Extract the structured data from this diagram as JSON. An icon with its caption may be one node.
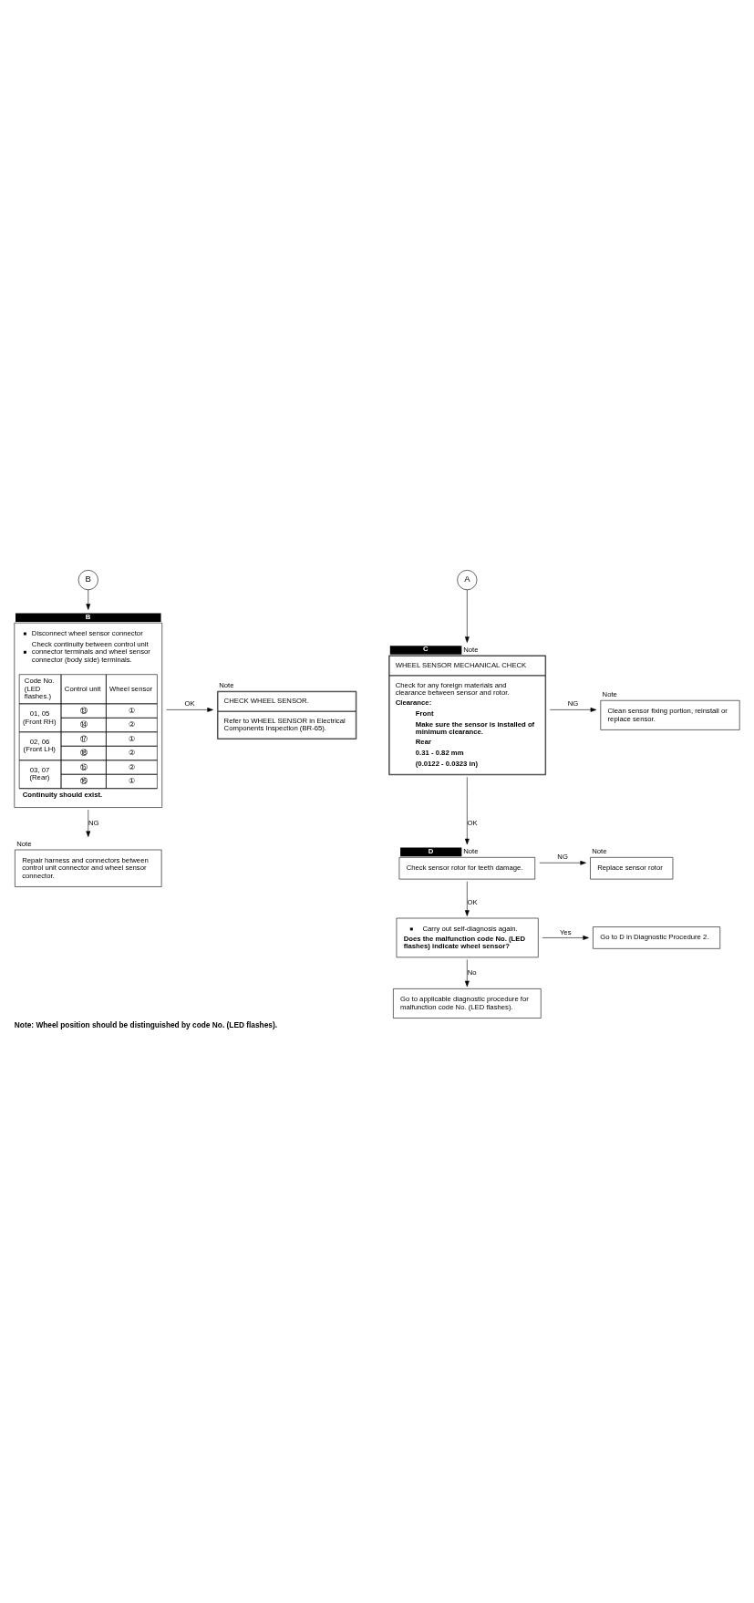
{
  "diagram": {
    "caption": "Note: Wheel position should be distinguished by code No. (LED flashes).",
    "nodes": [
      {
        "text": [
          "B"
        ]
      },
      {
        "text": [
          "Disconnect wheel sensor connector",
          "Check continuity between control unit connector terminals and wheel sensor connector (body side) terminals."
        ],
        "beside": [
          "B"
        ]
      },
      {
        "text": [
          "CHECK WHEEL SENSOR.",
          "Refer to WHEEL SENSOR in Electrical Components Inspection (BR-65)."
        ],
        "beside": [
          "Note"
        ]
      },
      {
        "text": [
          "Repair harness and connectors between control unit connector and wheel sensor connector."
        ],
        "beside": [
          "Note"
        ]
      },
      {
        "text": [
          "A"
        ]
      },
      {
        "text": [
          "WHEEL SENSOR MECHANICAL CHECK",
          "Check for any foreign materials and clearance between sensor and rotor.",
          "Clearance:",
          "Front",
          "Make sure the sensor is installed of minimum clearance.",
          "Rear",
          "0.31 - 0.82 mm",
          "(0.0122 - 0.0323 in)"
        ],
        "beside": [
          "C",
          "Note"
        ]
      },
      {
        "text": [
          "Clean sensor fixing portion, reinstall or replace sensor."
        ],
        "beside": [
          "Note"
        ]
      },
      {
        "text": [
          "Check sensor rotor for teeth damage."
        ],
        "beside": [
          "D",
          "Note"
        ]
      },
      {
        "text": [
          "Replace sensor rotor"
        ],
        "beside": [
          "Note"
        ]
      },
      {
        "text": [
          "Carry out self-diagnosis again.",
          "Does the malfunction code No. (LED flashes) indicate wheel sensor?"
        ]
      },
      {
        "text": [
          "Go to D in Diagnostic Procedure 2."
        ]
      },
      {
        "text": [
          "Go to applicable diagnostic procedure for malfunction code No. (LED flashes)."
        ]
      }
    ],
    "edges": [
      {
        "from": 0,
        "to": 1,
        "arrow": "to"
      },
      {
        "from": 1,
        "to": 2,
        "arrow": "to",
        "label": "OK"
      },
      {
        "from": 1,
        "to": 3,
        "arrow": "to",
        "label": "NG"
      },
      {
        "from": 4,
        "to": 5,
        "arrow": "to"
      },
      {
        "from": 5,
        "to": 6,
        "arrow": "to",
        "label": "NG"
      },
      {
        "from": 5,
        "to": 7,
        "arrow": "to",
        "label": "OK"
      },
      {
        "from": 7,
        "to": 8,
        "arrow": "to",
        "label": "NG"
      },
      {
        "from": 7,
        "to": 9,
        "arrow": "to",
        "label": "OK"
      },
      {
        "from": 9,
        "to": 10,
        "arrow": "to",
        "label": "Yes"
      },
      {
        "from": 9,
        "to": 11,
        "arrow": "to",
        "label": "No"
      }
    ],
    "labels": [
      "Code No. (LED flashes.)",
      "Control unit",
      "Wheel sensor",
      "01, 05 (Front RH)",
      "⑬",
      "①",
      "⑭",
      "②",
      "02, 06 (Front LH)",
      "⑰",
      "①",
      "⑱",
      "②",
      "03, 07 (Rear)",
      "⑮",
      "②",
      "⑯",
      "①",
      "Continuity should exist."
    ]
  }
}
